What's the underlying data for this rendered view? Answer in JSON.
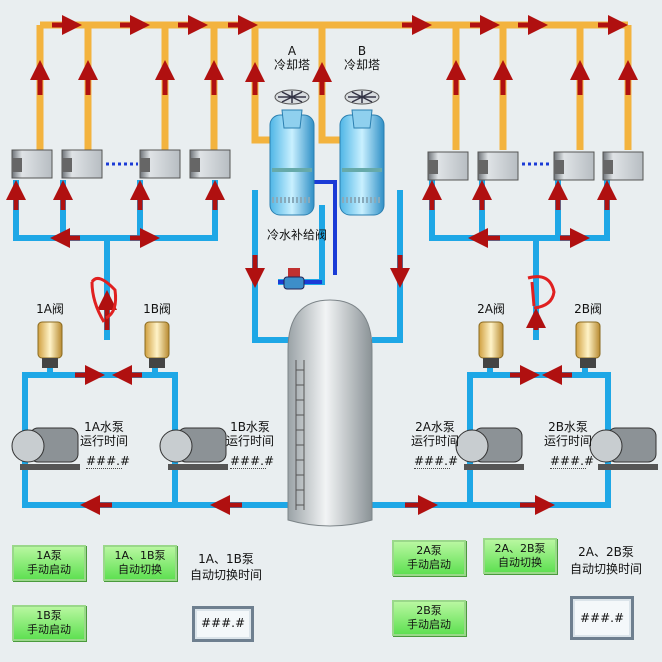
{
  "towers": {
    "a": {
      "letter": "A",
      "name": "冷却塔"
    },
    "b": {
      "letter": "B",
      "name": "冷却塔"
    },
    "makeup_valve": "冷水补给阀"
  },
  "valves": {
    "v1a": "1A阀",
    "v1b": "1B阀",
    "v2a": "2A阀",
    "v2b": "2B阀"
  },
  "pumps": {
    "p1a": {
      "label": "1A水泵",
      "sub": "运行时间",
      "value": "###.#"
    },
    "p1b": {
      "label": "1B水泵",
      "sub": "运行时间",
      "value": "###.#"
    },
    "p2a": {
      "label": "2A水泵",
      "sub": "运行时间",
      "value": "###.#"
    },
    "p2b": {
      "label": "2B水泵",
      "sub": "运行时间",
      "value": "###.#"
    }
  },
  "buttons": {
    "b1a": [
      "1A泵",
      "手动启动"
    ],
    "b1b": [
      "1B泵",
      "手动启动"
    ],
    "b1auto": [
      "1A、1B泵",
      "自动切换"
    ],
    "b2a": [
      "2A泵",
      "手动启动"
    ],
    "b2b": [
      "2B泵",
      "手动启动"
    ],
    "b2auto": [
      "2A、2B泵",
      "自动切换"
    ]
  },
  "switch_time": {
    "left": {
      "line1": "1A、1B泵",
      "line2": "自动切换时间",
      "value": "###.#"
    },
    "right": {
      "line1": "2A、2B泵",
      "line2": "自动切换时间",
      "value": "###.#"
    }
  },
  "colors": {
    "hot_pipe": "#f3b33e",
    "cold_pipe": "#1ea7e6",
    "arrow": "#b01010",
    "button": "#5fe052"
  }
}
